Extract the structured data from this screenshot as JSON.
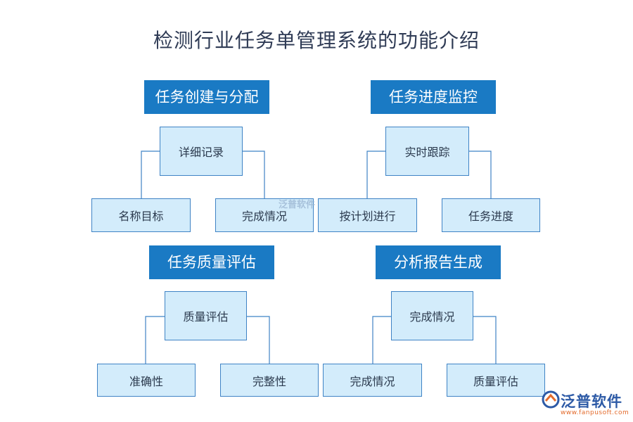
{
  "title": "检测行业任务单管理系统的功能介绍",
  "sections": [
    {
      "header": "任务创建与分配",
      "root": "详细记录",
      "left": "名称目标",
      "right": "完成情况"
    },
    {
      "header": "任务进度监控",
      "root": "实时跟踪",
      "left": "按计划进行",
      "right": "任务进度"
    },
    {
      "header": "任务质量评估",
      "root": "质量评估",
      "left": "准确性",
      "right": "完整性"
    },
    {
      "header": "分析报告生成",
      "root": "完成情况",
      "left": "完成情况",
      "right": "质量评估"
    }
  ],
  "watermark": "泛普软件",
  "logo": {
    "text": "泛普软件",
    "url": "www.fanpusoft.com"
  },
  "colors": {
    "header_bg": "#1a7ac4",
    "node_bg": "#d3ecfb",
    "node_border": "#3f83c5",
    "line": "#3f83c5"
  }
}
